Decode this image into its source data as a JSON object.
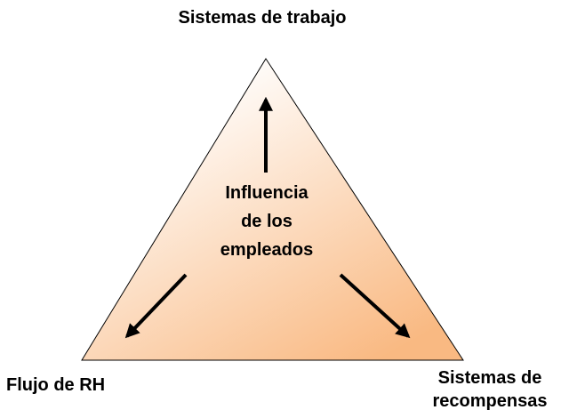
{
  "corners": {
    "top": "Sistemas de trabajo",
    "left": "Flujo de RH",
    "right_line1": "Sistemas de",
    "right_line2": "recompensas"
  },
  "center": {
    "line1": "Influencia",
    "line2": "de los",
    "line3": "empleados"
  },
  "colors": {
    "fill_light": "#ffffff",
    "fill_dark": "#f9b982",
    "outline": "#000000",
    "text": "#000000"
  }
}
